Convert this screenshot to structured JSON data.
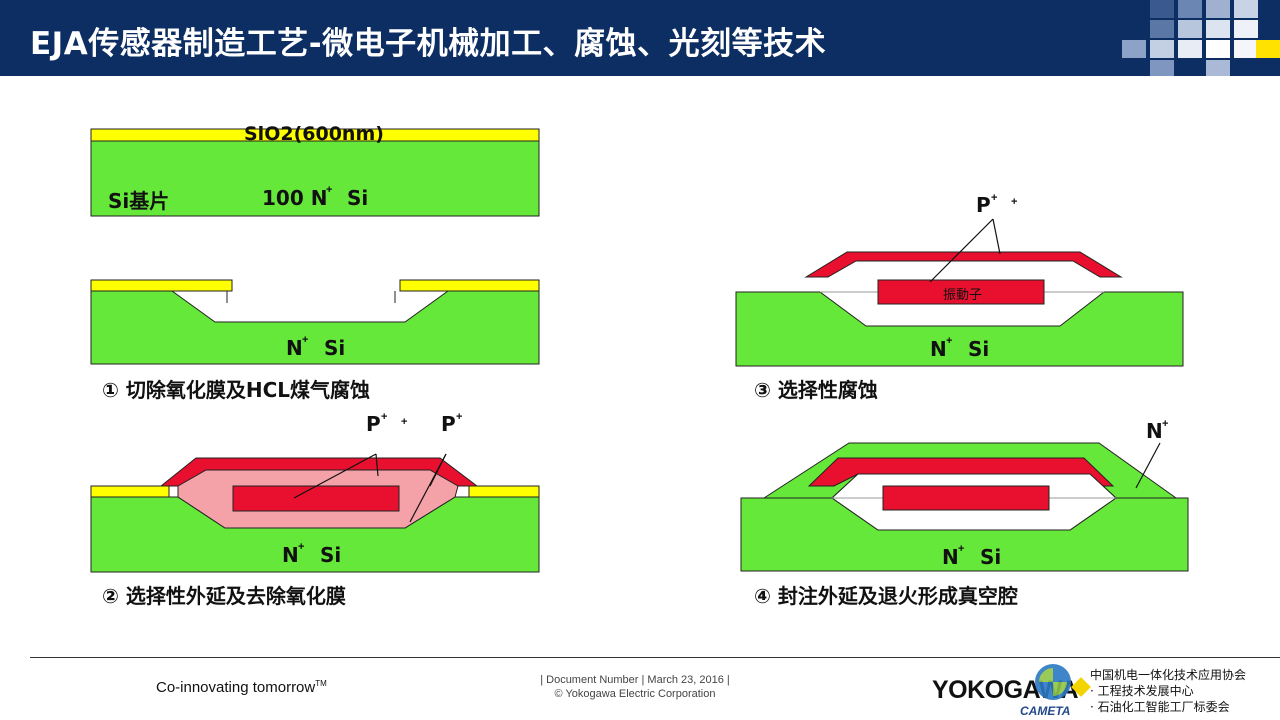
{
  "header": {
    "title": "EJA传感器制造工艺-微电子机械加工、腐蚀、光刻等技术"
  },
  "diagram": {
    "step0": {
      "oxide_label": "SiO2(600nm)",
      "substrate_label": "Si基片",
      "doping_label": "100 N",
      "doping_sup": "+",
      "doping_suffix": "Si"
    },
    "step1": {
      "si_label": "N",
      "si_sup": "+",
      "si_suffix": "Si",
      "caption": "① 切除氧化膜及HCL煤气腐蚀"
    },
    "step2": {
      "p_label_left": "P",
      "p_label_right": "P",
      "p_sup": "+",
      "si_label": "N",
      "si_sup": "+",
      "si_suffix": "Si",
      "caption": "② 选择性外延及去除氧化膜"
    },
    "step3": {
      "p_label": "P",
      "p_sup": "+",
      "resonator_label": "振動子",
      "si_label": "N",
      "si_sup": "+",
      "si_suffix": "Si",
      "caption": "③ 选择性腐蚀"
    },
    "step4": {
      "n_label": "N",
      "n_sup": "+",
      "si_label": "N",
      "si_sup": "+",
      "si_suffix": "Si",
      "caption": "④ 封注外延及退火形成真空腔"
    },
    "colors": {
      "substrate": "#66e83a",
      "oxide": "#ffff00",
      "p_plus": "#e8102e",
      "pink": "#f4a1a8",
      "header": "#0d2e63"
    }
  },
  "footer": {
    "tagline": "Co-innovating tomorrow",
    "tagline_tm": "TM",
    "doc_number": "| Document Number | March 23, 2016 |",
    "copyright": "© Yokogawa Electric Corporation",
    "brand": "YOKOGAWA",
    "cameta": "CAMETA",
    "association_line1": "中国机电一体化技术应用协会",
    "association_line2": "· 工程技术发展中心",
    "association_line3": "· 石油化工智能工厂标委会"
  }
}
